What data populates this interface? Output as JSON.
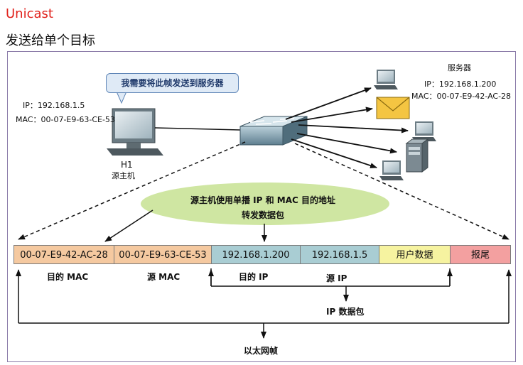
{
  "header": {
    "title": "Unicast",
    "subtitle": "发送给单个目标"
  },
  "diagram": {
    "bubble": "我需要将此帧发送到服务器",
    "source": {
      "ip": "IP：192.168.1.5",
      "mac": "MAC：00-07-E9-63-CE-53",
      "name": "H1",
      "role": "源主机"
    },
    "server": {
      "label": "服务器",
      "ip": "IP：192.168.1.200",
      "mac": "MAC：00-07-E9-42-AC-28"
    },
    "ellipse": {
      "line1": "源主机使用单播 IP 和 MAC 目的地址",
      "line2": "转发数据包"
    },
    "frame": {
      "cells": [
        "00-07-E9-42-AC-28",
        "00-07-E9-63-CE-53",
        "192.168.1.200",
        "192.168.1.5",
        "用户数据",
        "报尾"
      ],
      "colors": [
        "#f5c9a0",
        "#f5c9a0",
        "#a9cdd3",
        "#a9cdd3",
        "#f6f3a0",
        "#f3a0a0"
      ]
    },
    "labels": {
      "dest_mac": "目的 MAC",
      "src_mac": "源 MAC",
      "dest_ip": "目的 IP",
      "src_ip": "源 IP",
      "ip_packet": "IP 数据包",
      "ethernet_frame": "以太网帧"
    }
  },
  "icons": [
    "desktop-computer-icon",
    "switch-icon",
    "envelope-icon",
    "server-tower-icon"
  ]
}
